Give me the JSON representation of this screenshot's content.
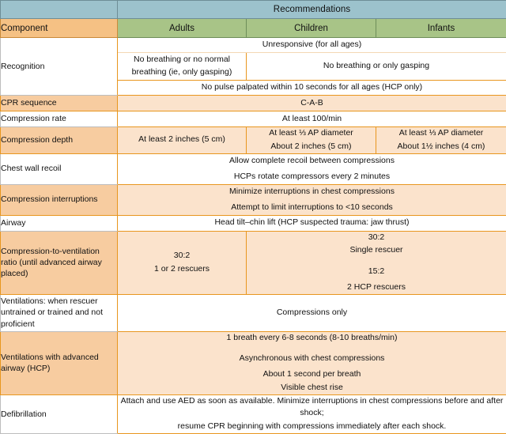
{
  "table": {
    "header": {
      "recommendations_label": "Recommendations",
      "component_label": "Component",
      "groups": [
        "Adults",
        "Children",
        "Infants"
      ]
    },
    "colors": {
      "header_band": "#9CC2CC",
      "component_header": "#F5C184",
      "group_header": "#A8C487",
      "row_tint": "#FBE3CC",
      "label_tint": "#F7CCA0",
      "border": "#E8961E"
    },
    "rows": [
      {
        "label": "Recognition",
        "tinted": false,
        "cells": {
          "all_ages_line1": "Unresponsive (for all ages)",
          "adults": "No breathing or no normal breathing (ie, only gasping)",
          "children_infants": "No breathing or only gasping",
          "all_ages_line2": "No pulse palpated within 10 seconds for all ages (HCP only)"
        }
      },
      {
        "label": "CPR sequence",
        "tinted": true,
        "cells": {
          "all": "C-A-B"
        }
      },
      {
        "label": "Compression rate",
        "tinted": false,
        "cells": {
          "all": "At least 100/min"
        }
      },
      {
        "label": "Compression depth",
        "tinted": true,
        "cells": {
          "adults": "At least 2 inches (5 cm)",
          "children_line1": "At least ⅓ AP diameter",
          "children_line2": "About 2 inches (5 cm)",
          "infants_line1": "At least ⅓ AP diameter",
          "infants_line2": "About 1½ inches (4 cm)"
        }
      },
      {
        "label": "Chest wall recoil",
        "tinted": false,
        "cells": {
          "line1": "Allow complete recoil between compressions",
          "line2": "HCPs rotate compressors every 2 minutes"
        }
      },
      {
        "label": "Compression interruptions",
        "tinted": true,
        "cells": {
          "line1": "Minimize interruptions in chest compressions",
          "line2": "Attempt to limit interruptions to <10 seconds"
        }
      },
      {
        "label": "Airway",
        "tinted": false,
        "cells": {
          "all": "Head tilt–chin lift (HCP suspected trauma: jaw thrust)"
        }
      },
      {
        "label": "Compression-to-ventilation ratio (until advanced airway placed)",
        "tinted": true,
        "cells": {
          "adults_line1": "30:2",
          "adults_line2": "1 or 2 rescuers",
          "peds_line1": "30:2",
          "peds_line2": "Single rescuer",
          "peds_line3": "15:2",
          "peds_line4": "2 HCP rescuers"
        }
      },
      {
        "label": "Ventilations: when rescuer untrained or trained and not proficient",
        "tinted": false,
        "cells": {
          "all": "Compressions only"
        }
      },
      {
        "label": "Ventilations with advanced airway (HCP)",
        "tinted": true,
        "cells": {
          "line1": "1 breath every 6-8 seconds (8-10 breaths/min)",
          "line2": "Asynchronous with chest compressions",
          "line3": "About 1 second per breath",
          "line4": "Visible chest rise"
        }
      },
      {
        "label": "Defibrillation",
        "tinted": false,
        "cells": {
          "line1": "Attach and use AED as soon as available. Minimize interruptions in chest compressions before and after shock;",
          "line2": "resume CPR beginning with compressions immediately after each shock."
        }
      }
    ]
  }
}
